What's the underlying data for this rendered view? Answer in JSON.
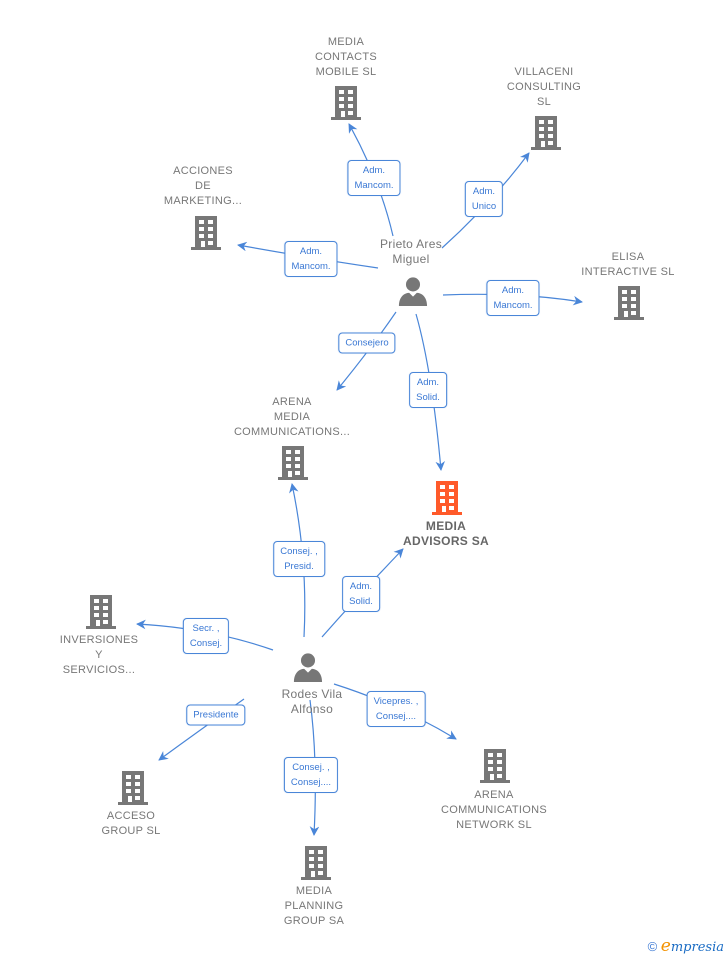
{
  "colors": {
    "edge": "#4a86d8",
    "node_company": "#777777",
    "node_focus": "#ff5a2a",
    "node_person": "#777777"
  },
  "nodes": [
    {
      "id": "media-contacts",
      "type": "company",
      "label": "MEDIA\nCONTACTS\nMOBILE SL"
    },
    {
      "id": "villaceni",
      "type": "company",
      "label": "VILLACENI\nCONSULTING\nSL"
    },
    {
      "id": "acciones",
      "type": "company",
      "label": "ACCIONES\nDE\nMARKETING..."
    },
    {
      "id": "elisa",
      "type": "company",
      "label": "ELISA\nINTERACTIVE SL"
    },
    {
      "id": "prieto",
      "type": "person",
      "label": "Prieto Ares\nMiguel"
    },
    {
      "id": "arena-media",
      "type": "company",
      "label": "ARENA\nMEDIA\nCOMMUNICATIONS..."
    },
    {
      "id": "media-advisors",
      "type": "company-focus",
      "label": "MEDIA\nADVISORS SA"
    },
    {
      "id": "inversiones",
      "type": "company",
      "label": "INVERSIONES\nY\nSERVICIOS..."
    },
    {
      "id": "rodes",
      "type": "person",
      "label": "Rodes Vila\nAlfonso"
    },
    {
      "id": "acceso",
      "type": "company",
      "label": "ACCESO\nGROUP SL"
    },
    {
      "id": "arena-network",
      "type": "company",
      "label": "ARENA\nCOMMUNICATIONS\nNETWORK SL"
    },
    {
      "id": "media-planning",
      "type": "company",
      "label": "MEDIA\nPLANNING\nGROUP SA"
    }
  ],
  "edges": [
    {
      "from": "prieto",
      "to": "media-contacts",
      "label": "Adm.\nMancom."
    },
    {
      "from": "prieto",
      "to": "villaceni",
      "label": "Adm.\nUnico"
    },
    {
      "from": "prieto",
      "to": "acciones",
      "label": "Adm.\nMancom."
    },
    {
      "from": "prieto",
      "to": "elisa",
      "label": "Adm.\nMancom."
    },
    {
      "from": "prieto",
      "to": "arena-media",
      "label": "Consejero"
    },
    {
      "from": "prieto",
      "to": "media-advisors",
      "label": "Adm.\nSolid."
    },
    {
      "from": "rodes",
      "to": "arena-media",
      "label": "Consej. ,\nPresid."
    },
    {
      "from": "rodes",
      "to": "media-advisors",
      "label": "Adm.\nSolid."
    },
    {
      "from": "rodes",
      "to": "inversiones",
      "label": "Secr. ,\nConsej."
    },
    {
      "from": "rodes",
      "to": "acceso",
      "label": "Presidente"
    },
    {
      "from": "rodes",
      "to": "arena-network",
      "label": "Vicepres. ,\nConsej...."
    },
    {
      "from": "rodes",
      "to": "media-planning",
      "label": "Consej. ,\nConsej...."
    }
  ],
  "footer": {
    "copyright_symbol": "©",
    "brand_initial": "e",
    "brand_rest": "mpresia"
  }
}
